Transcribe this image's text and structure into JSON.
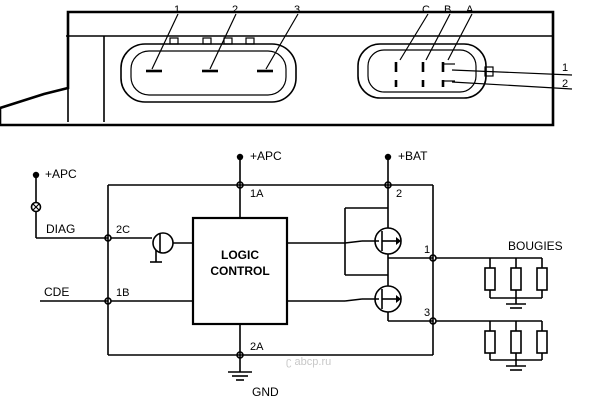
{
  "connector_left": {
    "pins": [
      "1",
      "2",
      "3"
    ]
  },
  "connector_right": {
    "pins": [
      "C",
      "B",
      "A"
    ],
    "side_pins": [
      "1",
      "2"
    ]
  },
  "schematic": {
    "apc_left": "+APC",
    "apc_top": "+APC",
    "bat": "+BAT",
    "diag": "DIAG",
    "cde": "CDE",
    "gnd": "GND",
    "bougies": "BOUGIES",
    "logic_line1": "LOGIC",
    "logic_line2": "CONTROL",
    "pins": {
      "p1a": "1A",
      "p2c": "2C",
      "p1b": "1B",
      "p2a": "2A",
      "p2": "2",
      "p1": "1",
      "p3": "3"
    }
  },
  "watermark": "ʗ abcp.ru"
}
